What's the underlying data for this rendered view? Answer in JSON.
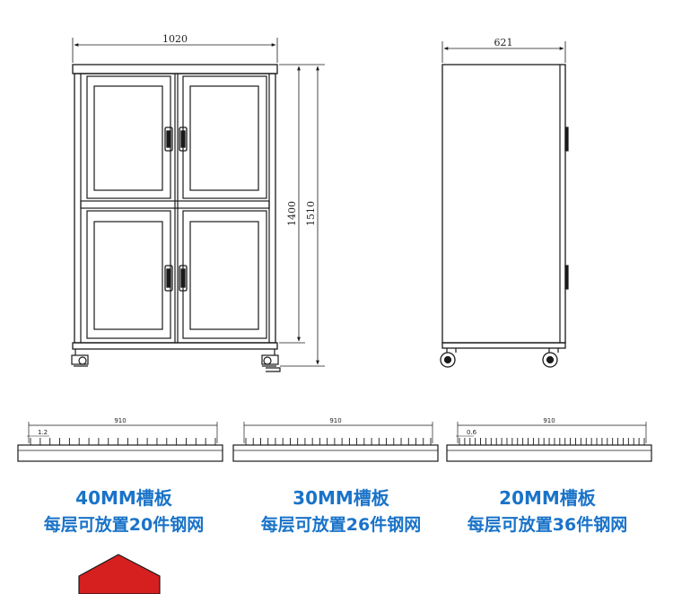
{
  "front_view": {
    "width_label": "1020",
    "height_inner_label": "1400",
    "height_total_label": "1510"
  },
  "side_view": {
    "depth_label": "621"
  },
  "shelves": [
    {
      "length_label": "910",
      "pitch_label": "1.2",
      "teeth": 20,
      "caption_title": "40MM槽板",
      "caption_desc": "每层可放置20件钢网"
    },
    {
      "length_label": "910",
      "pitch_label": "",
      "teeth": 26,
      "caption_title": "30MM槽板",
      "caption_desc": "每层可放置26件钢网"
    },
    {
      "length_label": "910",
      "pitch_label": "0.6",
      "teeth": 36,
      "caption_title": "20MM槽板",
      "caption_desc": "每层可放置36件钢网"
    }
  ],
  "colors": {
    "line": "#1a1a1a",
    "caption": "#1a73c8",
    "arrow": "#d62020"
  }
}
